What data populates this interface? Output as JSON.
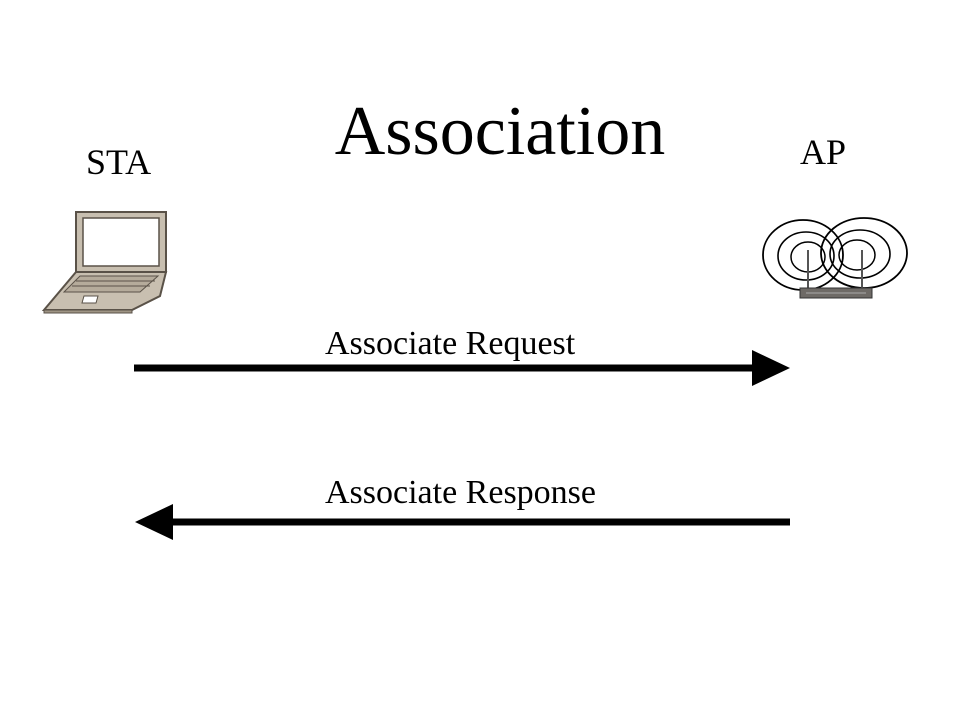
{
  "title": "Association",
  "nodes": {
    "station": {
      "label": "STA",
      "icon": "laptop-icon"
    },
    "access_point": {
      "label": "AP",
      "icon": "wireless-access-point-icon"
    }
  },
  "messages": [
    {
      "label": "Associate Request",
      "direction": "STA to AP"
    },
    {
      "label": "Associate Response",
      "direction": "AP to STA"
    }
  ],
  "colors": {
    "background": "#ffffff",
    "text": "#000000",
    "laptop_body": "#c8bfb0",
    "laptop_outline": "#5a5248"
  }
}
